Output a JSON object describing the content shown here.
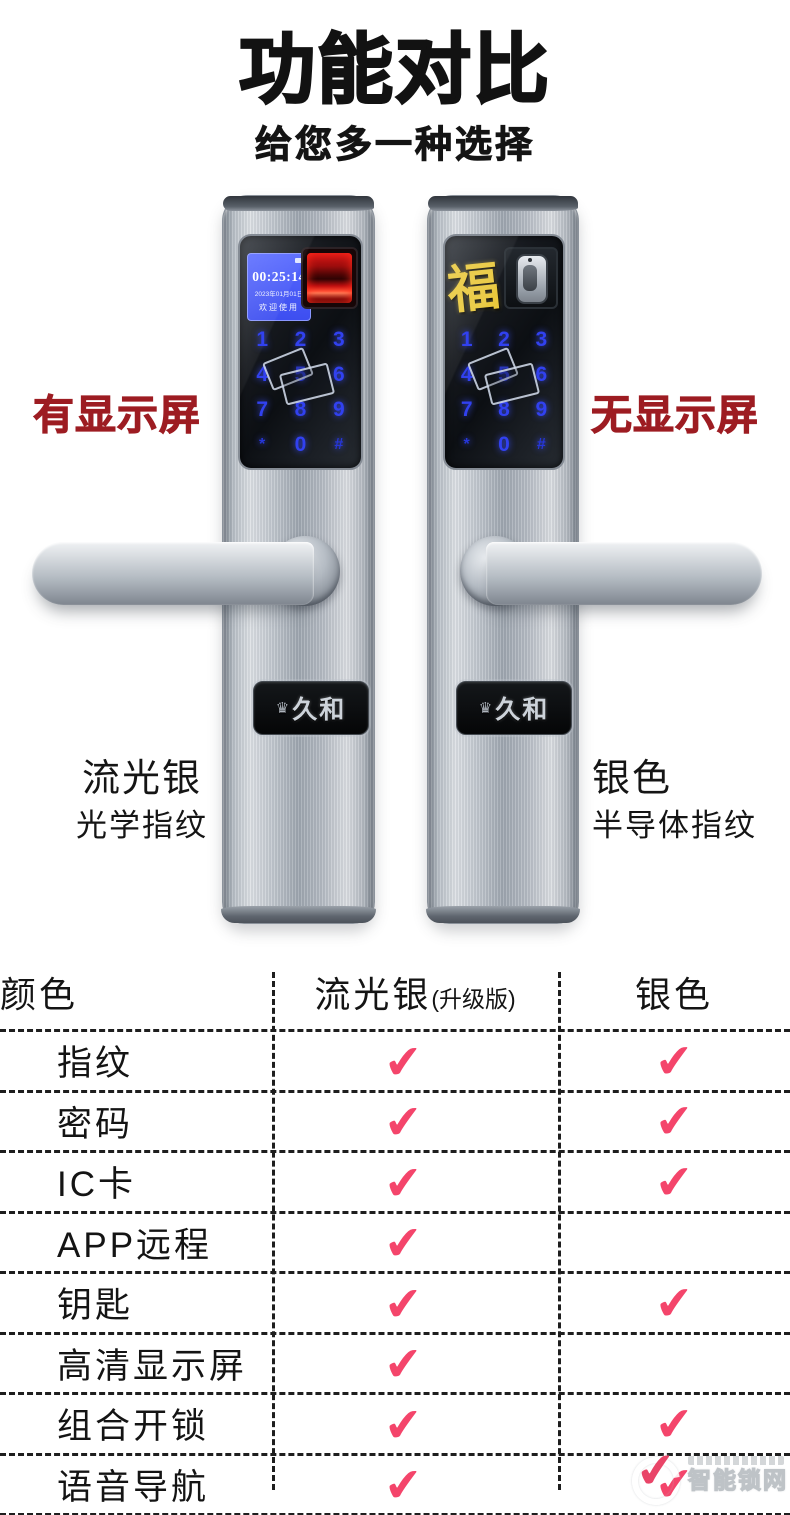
{
  "page": {
    "title": "功能对比",
    "subtitle": "给您多一种选择"
  },
  "locks": {
    "left": {
      "badge": "有显示屏",
      "name": "流光银",
      "type": "光学指纹",
      "screen": {
        "time": "00:25:14",
        "date": "2023年01月01日",
        "greeting": "欢迎使用"
      },
      "keypad": [
        "1",
        "2",
        "3",
        "4",
        "5",
        "6",
        "7",
        "8",
        "9",
        "*",
        "0",
        "#"
      ],
      "brand_emblem": "♛",
      "brand": "久和"
    },
    "right": {
      "badge": "无显示屏",
      "name": "银色",
      "type": "半导体指纹",
      "panel_glyph": "福",
      "keypad": [
        "1",
        "2",
        "3",
        "4",
        "5",
        "6",
        "7",
        "8",
        "9",
        "*",
        "0",
        "#"
      ],
      "brand_emblem": "♛",
      "brand": "久和"
    }
  },
  "comparison_table": {
    "columns": {
      "c0": "颜色",
      "c1": "流光银",
      "c1_note": "(升级版)",
      "c2": "银色"
    },
    "rows": [
      {
        "feature": "指纹",
        "c1": "✔",
        "c2": "✔"
      },
      {
        "feature": "密码",
        "c1": "✔",
        "c2": "✔"
      },
      {
        "feature": "IC卡",
        "c1": "✔",
        "c2": "✔"
      },
      {
        "feature": "APP远程",
        "c1": "✔",
        "c2": ""
      },
      {
        "feature": "钥匙",
        "c1": "✔",
        "c2": "✔"
      },
      {
        "feature": "高清显示屏",
        "c1": "✔",
        "c2": ""
      },
      {
        "feature": "组合开锁",
        "c1": "✔",
        "c2": "✔"
      },
      {
        "feature": "语音导航",
        "c1": "✔",
        "c2": "✔"
      }
    ]
  },
  "watermark": {
    "text": "智能锁网"
  },
  "colors": {
    "badge_red": "#9d1c22",
    "check_pink": "#f4456b",
    "keypad_blue": "#3141f0",
    "lcd_blue": "#4254f4",
    "fu_gold": "#e9c83d"
  }
}
